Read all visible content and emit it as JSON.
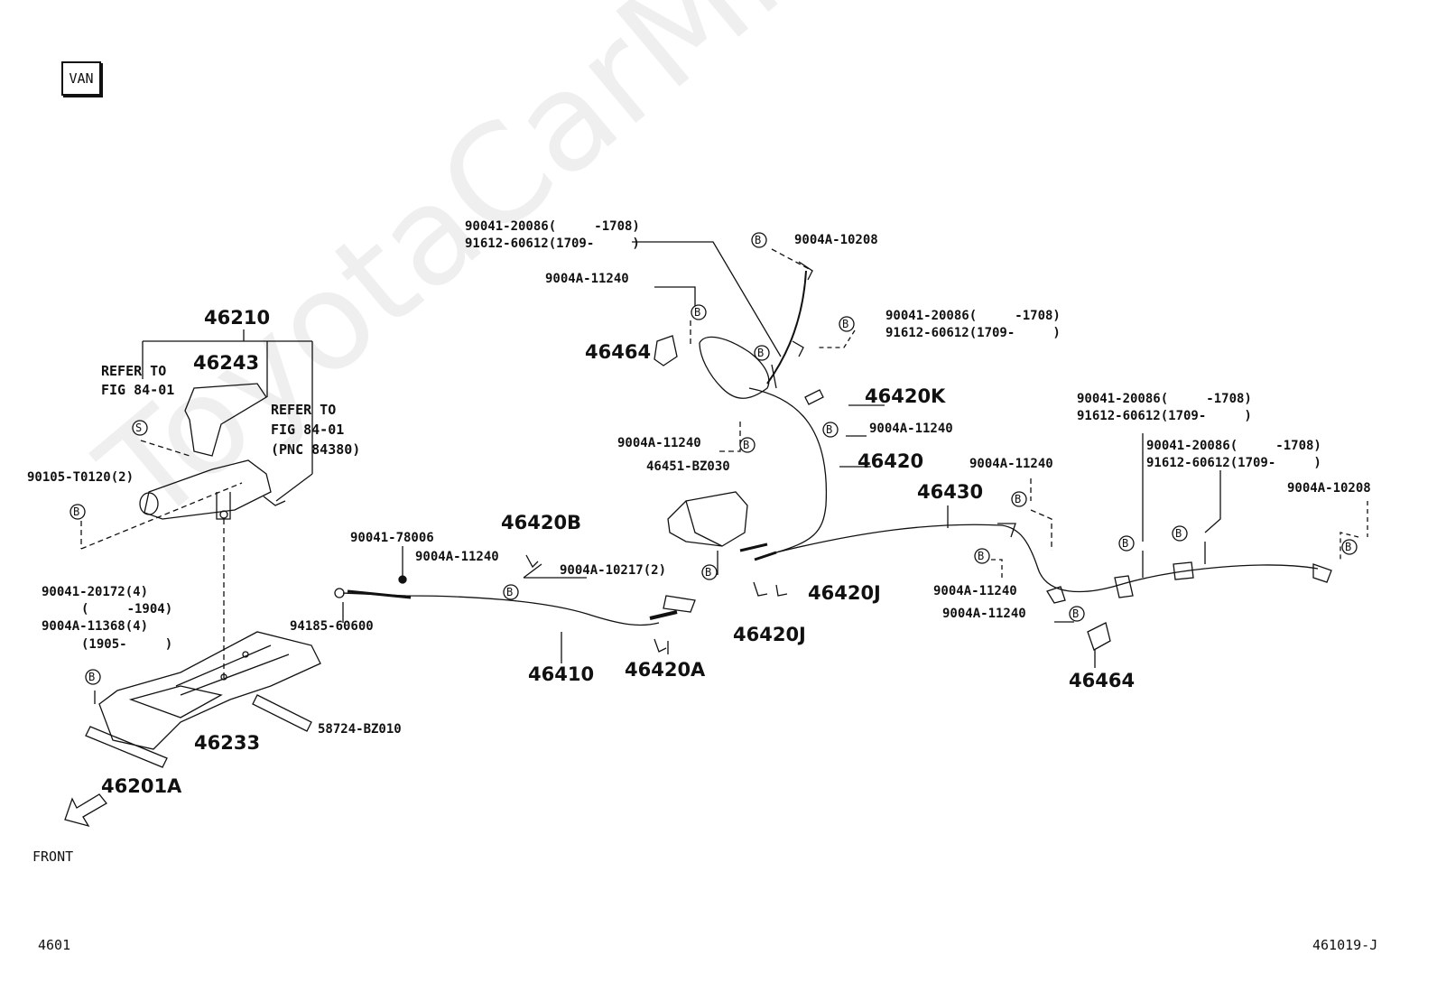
{
  "badge": "VAN",
  "watermark": "ToyotaCarMine.ru",
  "footer": {
    "left": "4601",
    "right": "461019-J"
  },
  "front_label": "FRONT",
  "markers": {
    "b": "B",
    "s": "S"
  },
  "parts": {
    "p46210": "46210",
    "p46243": "46243",
    "refer1_line1": "REFER TO",
    "refer1_line2": "FIG 84-01",
    "refer2_line1": "REFER TO",
    "refer2_line2": "FIG 84-01",
    "refer2_line3": "(PNC 84380)",
    "p90105": "90105-T0120(2)",
    "p90041_20172": "90041-20172(4)",
    "range_1904": "(     -1904)",
    "p9004A_11368": "9004A-11368(4)",
    "range_1905": "(1905-     )",
    "p46233": "46233",
    "p46201A": "46201A",
    "p58724": "58724-BZ010",
    "p90041_78006": "90041-78006",
    "p46420B": "46420B",
    "p9004A_11240_c": "9004A-11240",
    "p94185": "94185-60600",
    "p46410": "46410",
    "p46420A": "46420A",
    "top_a": "90041-20086(     -1708)",
    "top_b": "91612-60612(1709-     )",
    "p9004A_11240_top": "9004A-11240",
    "p46464_a": "46464",
    "p9004A_11240_left": "9004A-11240",
    "p46451": "46451-BZ030",
    "p9004A_10217": "9004A-10217(2)",
    "p9004A_10208_top": "9004A-10208",
    "mid_a": "90041-20086(     -1708)",
    "mid_b": "91612-60612(1709-     )",
    "p46420K": "46420K",
    "p9004A_11240_k": "9004A-11240",
    "p46420": "46420",
    "p46420J_a": "46420J",
    "p46420J_b": "46420J",
    "p46430": "46430",
    "p9004A_11240_r1": "9004A-11240",
    "p9004A_11240_r2": "9004A-11240",
    "p9004A_11240_r3": "9004A-11240",
    "right_a": "90041-20086(     -1708)",
    "right_b": "91612-60612(1709-     )",
    "far_a": "90041-20086(     -1708)",
    "far_b": "91612-60612(1709-     )",
    "p9004A_10208_r": "9004A-10208",
    "p46464_b": "46464"
  }
}
